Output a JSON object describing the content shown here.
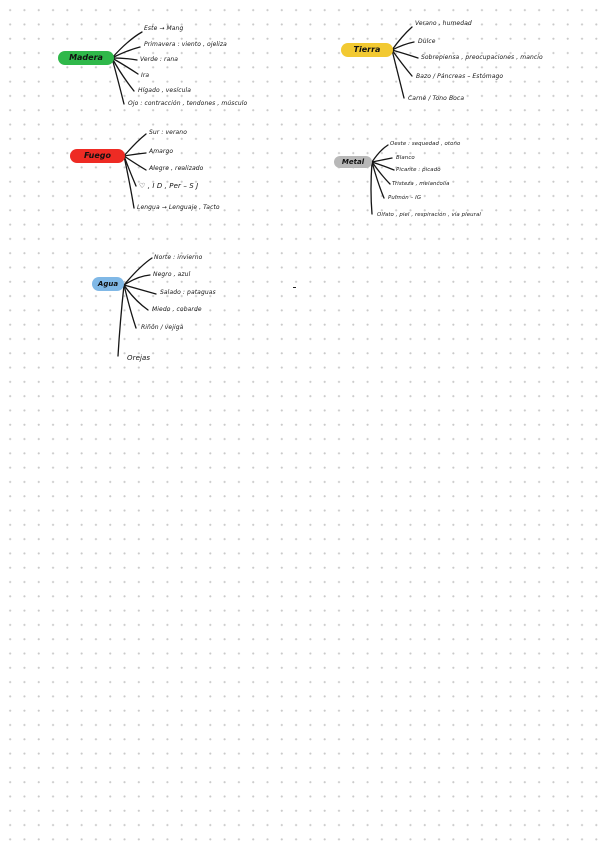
{
  "colors": {
    "madera": "#2fb84a",
    "tierra": "#f2c932",
    "fuego": "#ee2b24",
    "metal": "#b8b8b8",
    "agua": "#80b8e6",
    "ink": "#151515",
    "dot_grid": "#c9c9c9"
  },
  "madera": {
    "title": "Madera",
    "items": [
      "Este → Mang",
      "Primavera : viento , ojeliza",
      "Verde : rana",
      "Ira",
      "Hígado , vesícula",
      "Ojo : contracción , tendones , músculo"
    ]
  },
  "tierra": {
    "title": "Tierra",
    "items": [
      "Verano , humedad",
      "Dulce",
      "Sobrepiensa , preocupaciones , mancio",
      "Bazo / Páncreas – Estómago",
      "Carne / Tono Boca"
    ]
  },
  "fuego": {
    "title": "Fuego",
    "items": [
      "Sur : verano",
      "Amargo",
      "Alegre , realizado",
      "♡ , I D , Per – S J",
      "Lengua → Lenguaje , Tacto"
    ]
  },
  "metal": {
    "title": "Metal",
    "items": [
      "Oeste : sequedad , otoño",
      "Blanco",
      "Picante : picado",
      "Tristeza , melancolía",
      "Pulmón – IG",
      "Olfato , piel , respiración , vía pleural"
    ]
  },
  "agua": {
    "title": "Agua",
    "items": [
      "Norte : invierno",
      "Negro , azul",
      "Salado : pataguas",
      "Miedo , cobarde",
      "Riñón / vejiga",
      "Orejas"
    ]
  }
}
